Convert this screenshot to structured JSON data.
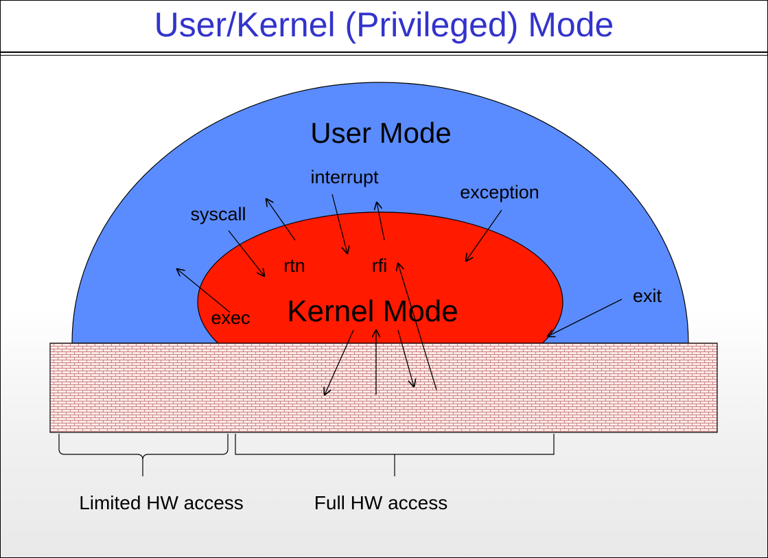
{
  "title": "User/Kernel (Privileged) Mode",
  "regions": {
    "user_mode": "User Mode",
    "kernel_mode": "Kernel Mode"
  },
  "transitions": {
    "syscall": "syscall",
    "interrupt": "interrupt",
    "exception": "exception",
    "rtn": "rtn",
    "rfi": "rfi",
    "exec": "exec",
    "exit": "exit"
  },
  "braces": {
    "limited": "Limited HW access",
    "full": "Full HW access"
  },
  "colors": {
    "title": "#3333cc",
    "user_mode_fill": "#5b8cff",
    "kernel_mode_fill": "#ff1a00",
    "hardware_brick": "#c9837f",
    "hardware_mortar": "#fbeaea"
  }
}
